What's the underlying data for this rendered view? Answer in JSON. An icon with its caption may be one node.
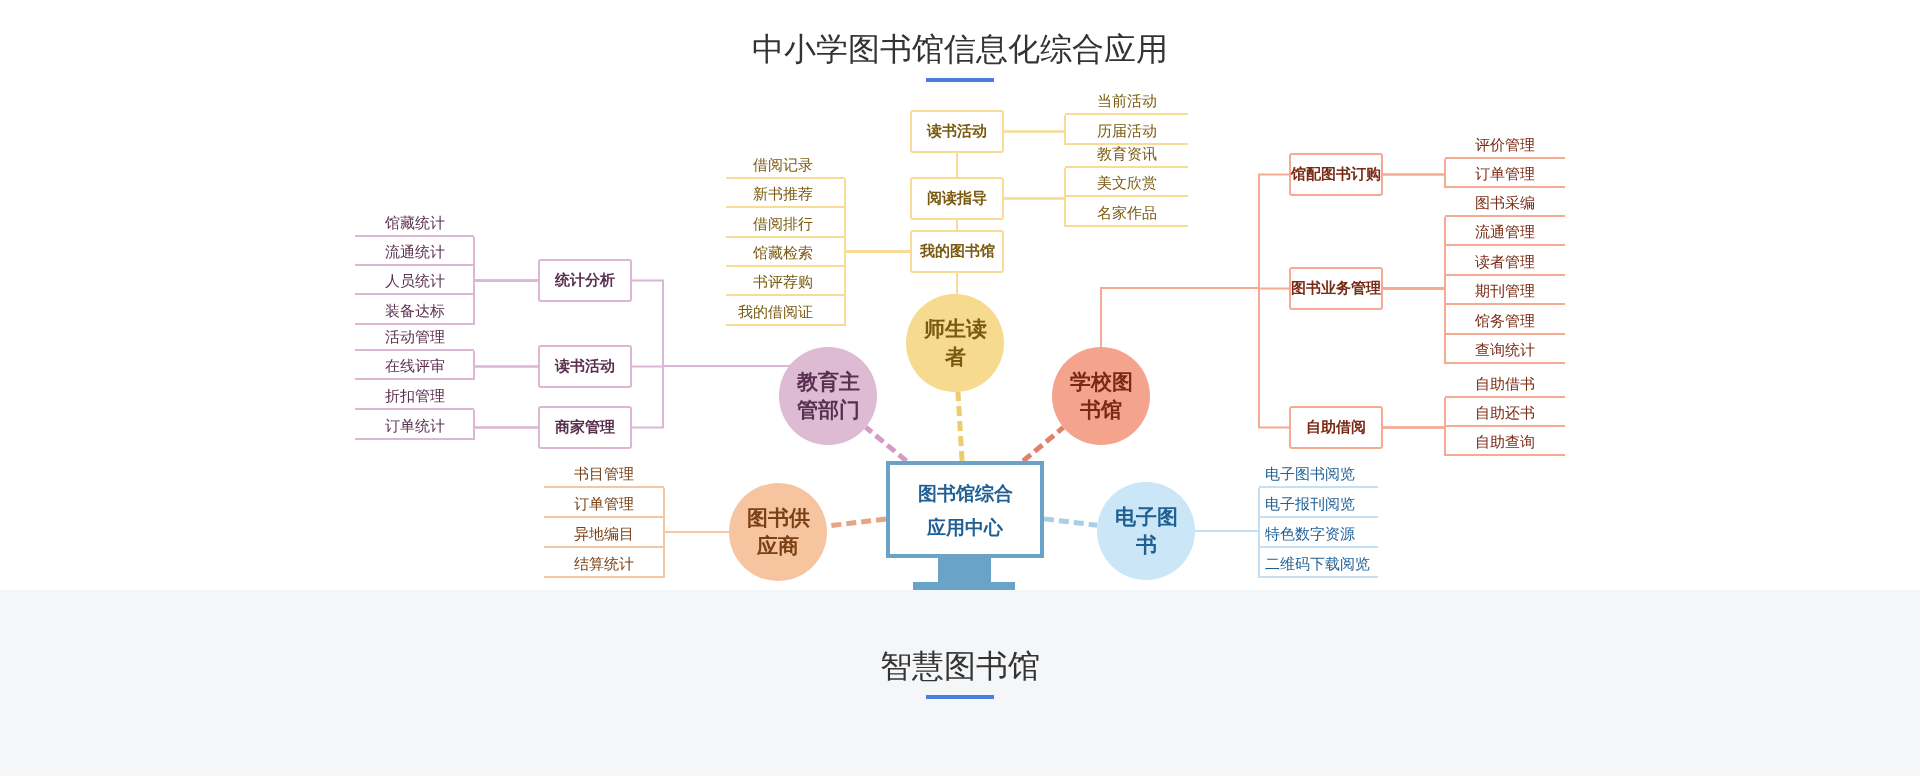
{
  "diagram": {
    "title": "中小学图书馆信息化综合应用",
    "nodes": [
      {
        "text": [
          "图书馆综合应用中心"
        ]
      },
      {
        "text": [
          "师生读者"
        ]
      },
      {
        "text": [
          "教育主管部门"
        ]
      },
      {
        "text": [
          "学校图书馆"
        ]
      },
      {
        "text": [
          "图书供应商"
        ]
      },
      {
        "text": [
          "电子图书"
        ]
      },
      {
        "text": [
          "读书活动"
        ]
      },
      {
        "text": [
          "阅读指导"
        ]
      },
      {
        "text": [
          "我的图书馆"
        ]
      },
      {
        "text": [
          "当前活动"
        ]
      },
      {
        "text": [
          "历届活动"
        ]
      },
      {
        "text": [
          "教育资讯"
        ]
      },
      {
        "text": [
          "美文欣赏"
        ]
      },
      {
        "text": [
          "名家作品"
        ]
      },
      {
        "text": [
          "借阅记录"
        ]
      },
      {
        "text": [
          "新书推荐"
        ]
      },
      {
        "text": [
          "借阅排行"
        ]
      },
      {
        "text": [
          "馆藏检索"
        ]
      },
      {
        "text": [
          "书评荐购"
        ]
      },
      {
        "text": [
          "我的借阅证"
        ]
      },
      {
        "text": [
          "统计分析"
        ]
      },
      {
        "text": [
          "读书活动"
        ]
      },
      {
        "text": [
          "商家管理"
        ]
      },
      {
        "text": [
          "馆藏统计"
        ]
      },
      {
        "text": [
          "流通统计"
        ]
      },
      {
        "text": [
          "人员统计"
        ]
      },
      {
        "text": [
          "装备达标"
        ]
      },
      {
        "text": [
          "活动管理"
        ]
      },
      {
        "text": [
          "在线评审"
        ]
      },
      {
        "text": [
          "折扣管理"
        ]
      },
      {
        "text": [
          "订单统计"
        ]
      },
      {
        "text": [
          "馆配图书订购"
        ]
      },
      {
        "text": [
          "图书业务管理"
        ]
      },
      {
        "text": [
          "自助借阅"
        ]
      },
      {
        "text": [
          "评价管理"
        ]
      },
      {
        "text": [
          "订单管理"
        ]
      },
      {
        "text": [
          "图书采编"
        ]
      },
      {
        "text": [
          "流通管理"
        ]
      },
      {
        "text": [
          "读者管理"
        ]
      },
      {
        "text": [
          "期刊管理"
        ]
      },
      {
        "text": [
          "馆务管理"
        ]
      },
      {
        "text": [
          "查询统计"
        ]
      },
      {
        "text": [
          "自助借书"
        ]
      },
      {
        "text": [
          "自助还书"
        ]
      },
      {
        "text": [
          "自助查询"
        ]
      },
      {
        "text": [
          "书目管理"
        ]
      },
      {
        "text": [
          "订单管理"
        ]
      },
      {
        "text": [
          "异地编目"
        ]
      },
      {
        "text": [
          "结算统计"
        ]
      },
      {
        "text": [
          "电子图书阅览"
        ]
      },
      {
        "text": [
          "电子报刊阅览"
        ]
      },
      {
        "text": [
          "特色数字资源"
        ]
      },
      {
        "text": [
          "二维码下载阅览"
        ]
      }
    ],
    "edges": [
      {
        "from": 0,
        "to": 1,
        "arrow": "none",
        "style": "dashed",
        "color": "#eecb6e"
      },
      {
        "from": 0,
        "to": 2,
        "arrow": "none",
        "style": "dashed",
        "color": "#d49cc4"
      },
      {
        "from": 0,
        "to": 3,
        "arrow": "none",
        "style": "dashed",
        "color": "#e0826a"
      },
      {
        "from": 0,
        "to": 4,
        "arrow": "none",
        "style": "dashed",
        "color": "#e6a582"
      },
      {
        "from": 0,
        "to": 5,
        "arrow": "none",
        "style": "dashed",
        "color": "#a9cfe6"
      },
      {
        "from": 1,
        "to": 8,
        "arrow": "none",
        "color": "#f8dc95"
      },
      {
        "from": 8,
        "to": 7,
        "arrow": "none",
        "color": "#f8dc95"
      },
      {
        "from": 7,
        "to": 6,
        "arrow": "none",
        "color": "#f8dc95"
      },
      {
        "from": 6,
        "to": 9,
        "arrow": "none",
        "color": "#f8dc95"
      },
      {
        "from": 6,
        "to": 10,
        "arrow": "none",
        "color": "#f8dc95"
      },
      {
        "from": 7,
        "to": 11,
        "arrow": "none",
        "color": "#f8dc95"
      },
      {
        "from": 7,
        "to": 12,
        "arrow": "none",
        "color": "#f8dc95"
      },
      {
        "from": 7,
        "to": 13,
        "arrow": "none",
        "color": "#f8dc95"
      },
      {
        "from": 8,
        "to": 14,
        "arrow": "none",
        "color": "#f8dc95"
      },
      {
        "from": 8,
        "to": 15,
        "arrow": "none",
        "color": "#f8dc95"
      },
      {
        "from": 8,
        "to": 16,
        "arrow": "none",
        "color": "#f8dc95"
      },
      {
        "from": 8,
        "to": 17,
        "arrow": "none",
        "color": "#f8dc95"
      },
      {
        "from": 8,
        "to": 18,
        "arrow": "none",
        "color": "#f8dc95"
      },
      {
        "from": 8,
        "to": 19,
        "arrow": "none",
        "color": "#f8dc95"
      },
      {
        "from": 2,
        "to": 20,
        "arrow": "none",
        "color": "#dcb6d2"
      },
      {
        "from": 2,
        "to": 21,
        "arrow": "none",
        "color": "#dcb6d2"
      },
      {
        "from": 2,
        "to": 22,
        "arrow": "none",
        "color": "#dcb6d2"
      },
      {
        "from": 20,
        "to": 23,
        "arrow": "none",
        "color": "#dcb6d2"
      },
      {
        "from": 20,
        "to": 24,
        "arrow": "none",
        "color": "#dcb6d2"
      },
      {
        "from": 20,
        "to": 25,
        "arrow": "none",
        "color": "#dcb6d2"
      },
      {
        "from": 20,
        "to": 26,
        "arrow": "none",
        "color": "#dcb6d2"
      },
      {
        "from": 21,
        "to": 27,
        "arrow": "none",
        "color": "#dcb6d2"
      },
      {
        "from": 21,
        "to": 28,
        "arrow": "none",
        "color": "#dcb6d2"
      },
      {
        "from": 22,
        "to": 29,
        "arrow": "none",
        "color": "#dcb6d2"
      },
      {
        "from": 22,
        "to": 30,
        "arrow": "none",
        "color": "#dcb6d2"
      },
      {
        "from": 3,
        "to": 31,
        "arrow": "none",
        "color": "#f5aa94"
      },
      {
        "from": 3,
        "to": 32,
        "arrow": "none",
        "color": "#f5aa94"
      },
      {
        "from": 3,
        "to": 33,
        "arrow": "none",
        "color": "#f5aa94"
      },
      {
        "from": 31,
        "to": 34,
        "arrow": "none",
        "color": "#f5aa94"
      },
      {
        "from": 31,
        "to": 35,
        "arrow": "none",
        "color": "#f5aa94"
      },
      {
        "from": 32,
        "to": 36,
        "arrow": "none",
        "color": "#f5aa94"
      },
      {
        "from": 32,
        "to": 37,
        "arrow": "none",
        "color": "#f5aa94"
      },
      {
        "from": 32,
        "to": 38,
        "arrow": "none",
        "color": "#f5aa94"
      },
      {
        "from": 32,
        "to": 39,
        "arrow": "none",
        "color": "#f5aa94"
      },
      {
        "from": 32,
        "to": 40,
        "arrow": "none",
        "color": "#f5aa94"
      },
      {
        "from": 32,
        "to": 41,
        "arrow": "none",
        "color": "#f5aa94"
      },
      {
        "from": 33,
        "to": 42,
        "arrow": "none",
        "color": "#f5aa94"
      },
      {
        "from": 33,
        "to": 43,
        "arrow": "none",
        "color": "#f5aa94"
      },
      {
        "from": 33,
        "to": 44,
        "arrow": "none",
        "color": "#f5aa94"
      },
      {
        "from": 4,
        "to": 45,
        "arrow": "none",
        "color": "#f5c6a2"
      },
      {
        "from": 4,
        "to": 46,
        "arrow": "none",
        "color": "#f5c6a2"
      },
      {
        "from": 4,
        "to": 47,
        "arrow": "none",
        "color": "#f5c6a2"
      },
      {
        "from": 4,
        "to": 48,
        "arrow": "none",
        "color": "#f5c6a2"
      },
      {
        "from": 5,
        "to": 49,
        "arrow": "none",
        "color": "#c5e0f2"
      },
      {
        "from": 5,
        "to": 50,
        "arrow": "none",
        "color": "#c5e0f2"
      },
      {
        "from": 5,
        "to": 51,
        "arrow": "none",
        "color": "#c5e0f2"
      },
      {
        "from": 5,
        "to": 52,
        "arrow": "none",
        "color": "#c5e0f2"
      }
    ],
    "labels": [
      "智慧图书馆"
    ]
  }
}
